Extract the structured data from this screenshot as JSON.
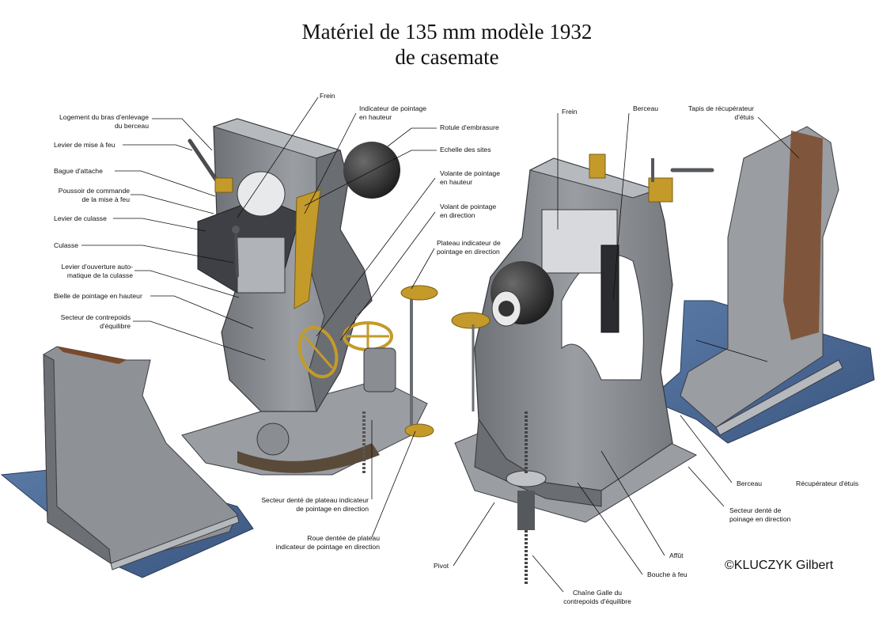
{
  "title": {
    "line1": "Matériel de 135 mm modèle 1932",
    "line2": "de casemate"
  },
  "copyright": "©KLUCZYK Gilbert",
  "colors": {
    "steel": "#8a8d92",
    "steel_dark": "#4e5055",
    "brass": "#c49a2a",
    "floor": "#4c6b96",
    "ball": "#3a3a3a",
    "leather": "#7a4a2a"
  },
  "labels_left": {
    "logement": {
      "l1": "Logement du bras d'enlevage",
      "l2": "du berceau"
    },
    "levier_mise_feu": "Levier de mise à feu",
    "bague": "Bague d'attache",
    "poussoir": {
      "l1": "Poussoir de commande",
      "l2": "de la mise à feu"
    },
    "levier_culasse": "Levier de culasse",
    "culasse": "Culasse",
    "levier_ouverture": {
      "l1": "Levier d'ouverture auto-",
      "l2": "matique de la culasse"
    },
    "bielle": "Bielle de pointage en hauteur",
    "secteur_contrepoids": {
      "l1": "Secteur de contrepoids",
      "l2": "d'équilibre"
    },
    "frein": "Frein",
    "indicateur_hauteur": {
      "l1": "Indicateur de pointage",
      "l2": "en hauteur"
    },
    "rotule": "Rotule d'embrasure",
    "echelle": "Echelle des sites",
    "volant_hauteur": {
      "l1": "Volante de pointage",
      "l2": "en hauteur"
    },
    "volant_direction": {
      "l1": "Volant de pointage",
      "l2": "en direction"
    },
    "plateau": {
      "l1": "Plateau indicateur de",
      "l2": "pointage en direction"
    },
    "secteur_plateau": {
      "l1": "Secteur denté de plateau indicateur",
      "l2": "de pointage en direction"
    },
    "roue": {
      "l1": "Roue dentée de plateau",
      "l2": "indicateur de pointage en direction"
    }
  },
  "labels_right": {
    "frein": "Frein",
    "berceau_top": "Berceau",
    "tapis": {
      "l1": "Tapis de récupérateur",
      "l2": "d'étuis"
    },
    "berceau_bottom": "Berceau",
    "recuperateur": "Récupérateur d'étuis",
    "secteur_direction": {
      "l1": "Secteur denté de",
      "l2": "poinage en direction"
    },
    "affut": "Affût",
    "bouche": "Bouche à feu",
    "pivot": "Pivot",
    "chaine": {
      "l1": "Chaîne Galle du",
      "l2": "contrepoids d'équilibre"
    }
  }
}
